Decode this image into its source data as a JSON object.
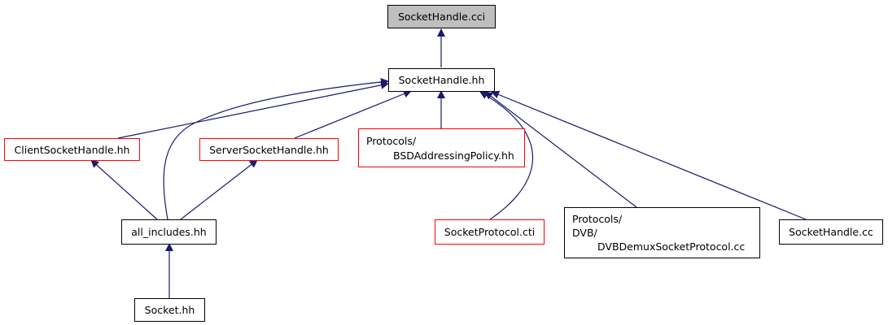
{
  "nodes": {
    "socket_handle_cci": {
      "label": "SocketHandle.cci"
    },
    "socket_handle_hh": {
      "label": "SocketHandle.hh"
    },
    "client_socket_handle": {
      "label": "ClientSocketHandle.hh"
    },
    "server_socket_handle": {
      "label": "ServerSocketHandle.hh"
    },
    "bsd_addressing_policy": {
      "line1": "Protocols/",
      "line2": "BSDAddressingPolicy.hh"
    },
    "all_includes": {
      "label": "all_includes.hh"
    },
    "socket_protocol_cti": {
      "label": "SocketProtocol.cti"
    },
    "dvb_demux": {
      "line1": "Protocols/",
      "line2": "DVB/",
      "line3": "DVBDemuxSocketProtocol.cc"
    },
    "socket_handle_cc": {
      "label": "SocketHandle.cc"
    },
    "socket_hh": {
      "label": "Socket.hh"
    }
  },
  "colors": {
    "edge": "#191970",
    "root_fill": "#bfbfbf",
    "truncated_border": "#ff0000",
    "normal_border": "#000000"
  }
}
